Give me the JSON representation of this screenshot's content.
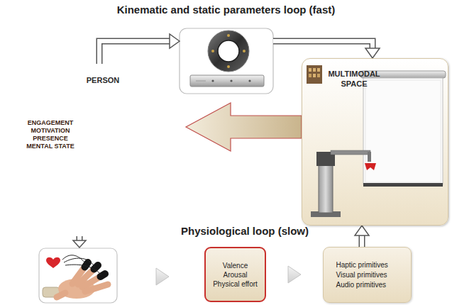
{
  "diagram": {
    "title": "Kinematic and static parameters loop (fast)",
    "nodes": [
      {
        "text": [
          "PERSON"
        ]
      },
      {
        "text": [
          "ENGAGEMENT MOTIVATION PRESENCE MENTAL STATE"
        ],
        "in": 0
      },
      {
        "text": [
          "MULTIMODAL SPACE"
        ]
      },
      {
        "text": [
          "Valence Arousal Physical effort"
        ]
      },
      {
        "text": [
          "Haptic primitives Visual primitives Audio primitives"
        ]
      }
    ],
    "edges": [
      {
        "from": 2,
        "to": 0,
        "arrow": "to"
      },
      {
        "from": 3,
        "to": 4,
        "arrow": "to"
      },
      {
        "from": 4,
        "to": 2,
        "arrow": "to"
      }
    ],
    "labels": [
      "Physiological loop (slow)"
    ]
  }
}
